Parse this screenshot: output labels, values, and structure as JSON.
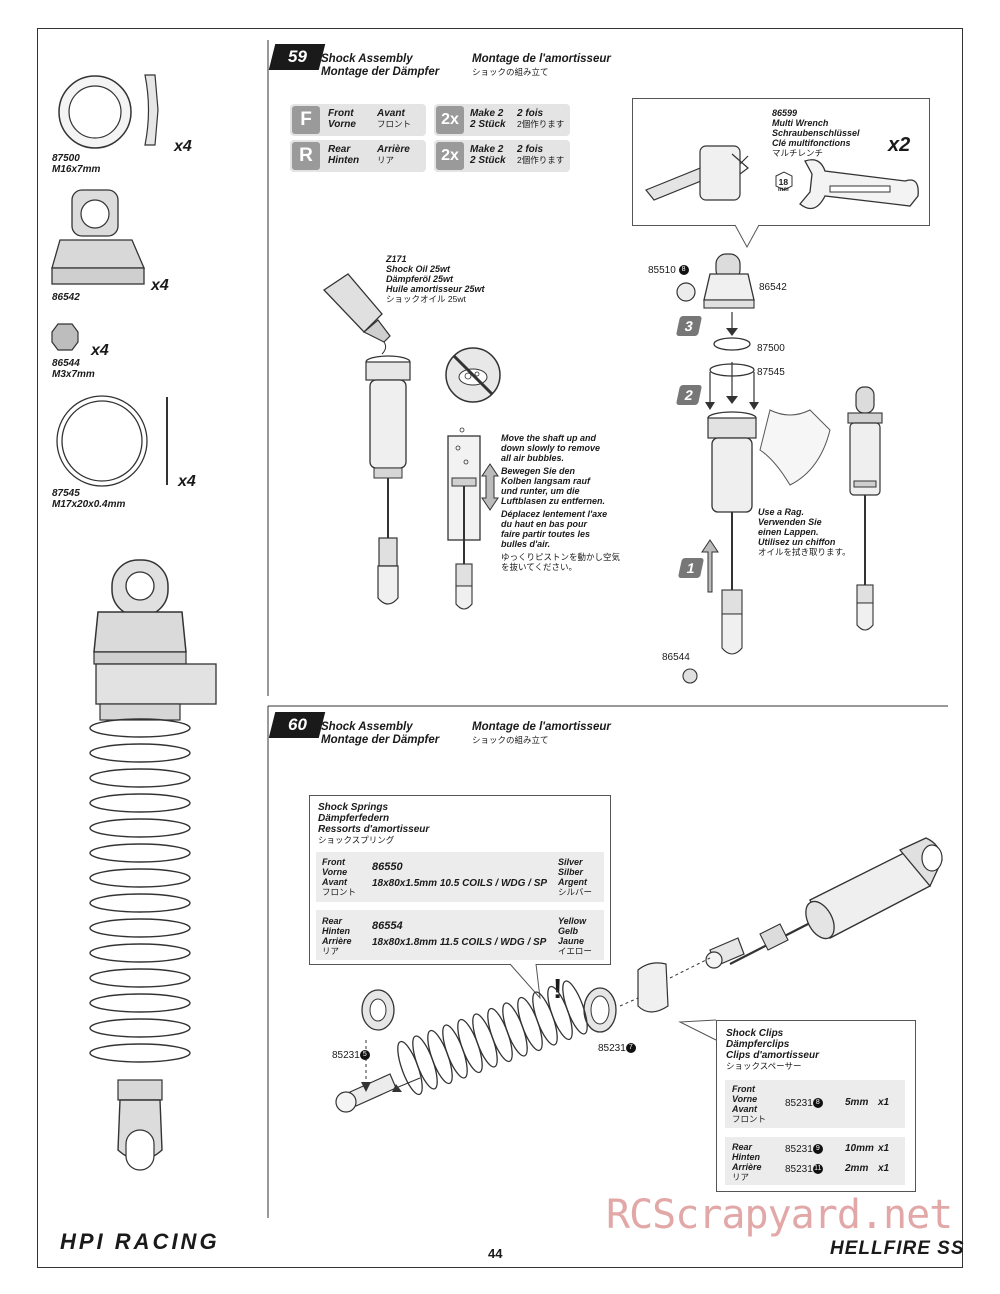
{
  "page_number": "44",
  "watermark": "RCScrapyard.net",
  "brand_left": "HPI RACING",
  "brand_right": "HELLFIRE SS",
  "parts_list": [
    {
      "part": "87500",
      "desc": "M16x7mm",
      "qty": "x4"
    },
    {
      "part": "86542",
      "desc": "",
      "qty": "x4"
    },
    {
      "part": "86544",
      "desc": "M3x7mm",
      "qty": "x4"
    },
    {
      "part": "87545",
      "desc": "M17x20x0.4mm",
      "qty": "x4"
    }
  ],
  "step59": {
    "number": "59",
    "title_en": "Shock Assembly",
    "title_de": "Montage der Dämpfer",
    "title_fr": "Montage de l'amortisseur",
    "title_jp": "ショックの組み立て",
    "front": {
      "letter": "F",
      "en": "Front",
      "de": "Vorne",
      "fr": "Avant",
      "jp": "フロント",
      "mult": "2x",
      "make_en": "Make 2",
      "make_de": "2 Stück",
      "make_fr": "2 fois",
      "make_jp": "2個作ります"
    },
    "rear": {
      "letter": "R",
      "en": "Rear",
      "de": "Hinten",
      "fr": "Arrière",
      "jp": "リア",
      "mult": "2x",
      "make_en": "Make 2",
      "make_de": "2 Stück",
      "make_fr": "2 fois",
      "make_jp": "2個作ります"
    },
    "wrench": {
      "part": "86599",
      "en": "Multi Wrench",
      "de": "Schraubenschlüssel",
      "fr": "Clé multifonctions",
      "jp": "マルチレンチ",
      "qty": "x2",
      "size": "18",
      "unit": "mm"
    },
    "oil": {
      "part": "Z171",
      "en": "Shock Oil 25wt",
      "de": "Dämpferöl 25wt",
      "fr": "Huile amortisseur 25wt",
      "jp": "ショックオイル 25wt"
    },
    "bubbles": {
      "en": [
        "Move the shaft up and",
        "down slowly to remove",
        "all air bubbles."
      ],
      "de": [
        "Bewegen Sie den",
        "Kolben langsam rauf",
        "und runter, um die",
        "Luftblasen zu entfernen."
      ],
      "fr": [
        "Déplacez lentement l'axe",
        "du haut en bas pour",
        "faire partir toutes les",
        "bulles d'air."
      ],
      "jp": [
        "ゆっくりピストンを動かし空気",
        "を抜いてください。"
      ]
    },
    "rag": {
      "en": "Use a Rag.",
      "de": [
        "Verwenden Sie",
        "einen Lappen."
      ],
      "fr": "Utilisez un chiffon",
      "jp": "オイルを拭き取ります。"
    },
    "sub_steps": [
      "1",
      "2",
      "3"
    ],
    "callouts": {
      "c85510": "85510",
      "c85510_num": "8",
      "c86542": "86542",
      "c87500": "87500",
      "c87545": "87545",
      "c86544": "86544"
    }
  },
  "step60": {
    "number": "60",
    "title_en": "Shock Assembly",
    "title_de": "Montage der Dämpfer",
    "title_fr": "Montage de l'amortisseur",
    "title_jp": "ショックの組み立て",
    "springs": {
      "title_en": "Shock Springs",
      "title_de": "Dämpferfedern",
      "title_fr": "Ressorts d'amortisseur",
      "title_jp": "ショックスプリング",
      "rows": [
        {
          "pos_en": "Front",
          "pos_de": "Vorne",
          "pos_fr": "Avant",
          "pos_jp": "フロント",
          "part": "86550",
          "spec": "18x80x1.5mm 10.5 COILS / WDG / SP",
          "c_en": "Silver",
          "c_de": "Silber",
          "c_fr": "Argent",
          "c_jp": "シルバー"
        },
        {
          "pos_en": "Rear",
          "pos_de": "Hinten",
          "pos_fr": "Arrière",
          "pos_jp": "リア",
          "part": "86554",
          "spec": "18x80x1.8mm 11.5 COILS / WDG / SP",
          "c_en": "Yellow",
          "c_de": "Gelb",
          "c_fr": "Jaune",
          "c_jp": "イエロー"
        }
      ]
    },
    "clips": {
      "title_en": "Shock Clips",
      "title_de": "Dämpferclips",
      "title_fr": "Clips d'amortisseur",
      "title_jp": "ショックスペーサー",
      "front": {
        "en": "Front",
        "de": "Vorne",
        "fr": "Avant",
        "jp": "フロント",
        "part": "85231",
        "num": "8",
        "size": "5mm",
        "qty": "x1"
      },
      "rear": {
        "en": "Rear",
        "de": "Hinten",
        "fr": "Arrière",
        "jp": "リア",
        "items": [
          {
            "part": "85231",
            "num": "9",
            "size": "10mm",
            "qty": "x1"
          },
          {
            "part": "85231",
            "num": "11",
            "size": "2mm",
            "qty": "x1"
          }
        ]
      }
    },
    "callouts": {
      "a_part": "85231",
      "a_num": "5",
      "b_part": "85231",
      "b_num": "7",
      "warn": "!"
    }
  }
}
